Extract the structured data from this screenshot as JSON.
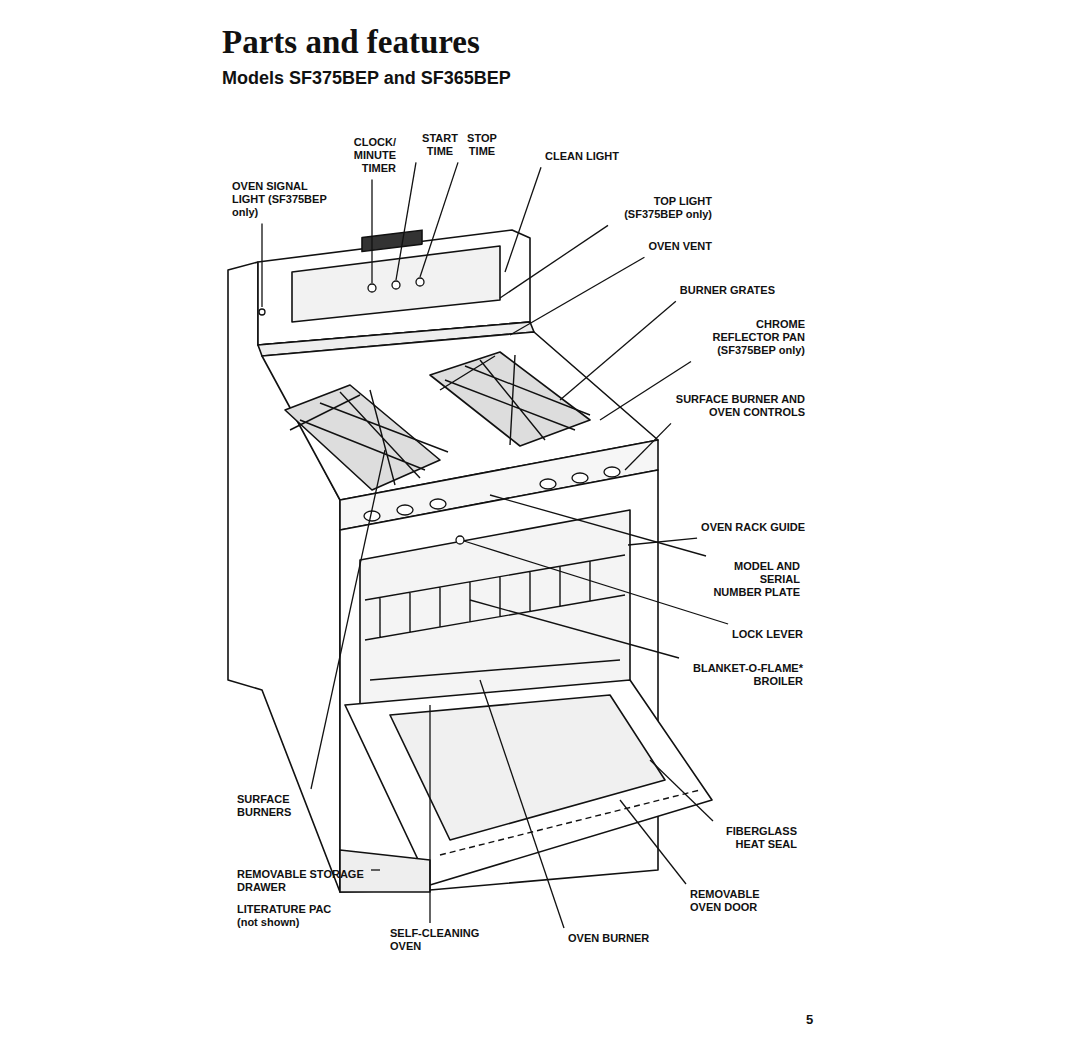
{
  "diagram": {
    "title": "Parts and features",
    "labels": [
      "Models SF375BEP and SF365BEP",
      "CLOCK/ MINUTE TIMER",
      "START TIME",
      "STOP TIME",
      "CLEAN LIGHT",
      "OVEN SIGNAL LIGHT (SF375BEP only)",
      "TOP LIGHT (SF375BEP only)",
      "OVEN VENT",
      "BURNER GRATES",
      "CHROME REFLECTOR PAN (SF375BEP only)",
      "SURFACE BURNER AND OVEN CONTROLS",
      "OVEN RACK GUIDE",
      "MODEL AND SERIAL NUMBER PLATE",
      "LOCK LEVER",
      "BLANKET-O-FLAME* BROILER",
      "SURFACE BURNERS",
      "FIBERGLASS HEAT SEAL",
      "REMOVABLE STORAGE DRAWER",
      "LITERATURE PAC (not shown)",
      "REMOVABLE OVEN DOOR",
      "SELF-CLEANING OVEN",
      "OVEN BURNER",
      "5"
    ]
  }
}
